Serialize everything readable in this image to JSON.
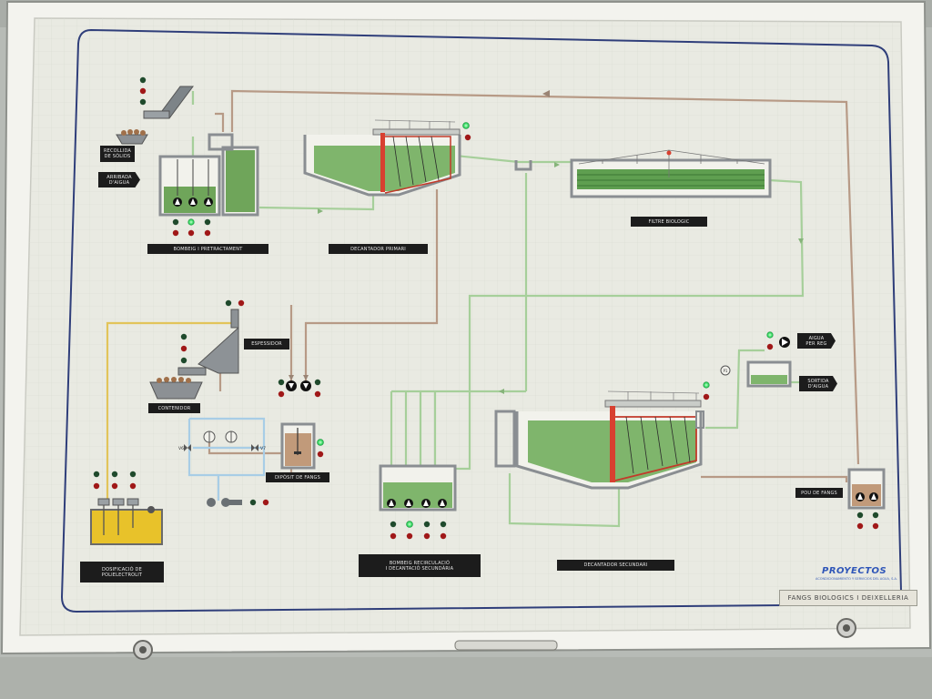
{
  "labels": {
    "recollida_solids": [
      "RECOLLIDA",
      "DE SÒLIDS"
    ],
    "arribada_aigua": [
      "ARRIBADA",
      "D'AIGUA"
    ],
    "bombeig_pretractament": "BOMBEIG I PRETRACTAMENT",
    "decantador_primari": "DECANTADOR PRIMARI",
    "filtre_biologic": "FILTRE BIOLOGIC",
    "espessidor": "ESPESSIDOR",
    "contenidor": "CONTENIDOR",
    "diposit_fangs": "DIPÒSIT DE FANGS",
    "dosificacio": [
      "DOSIFICACIÓ DE",
      "POLIELECTROLIT"
    ],
    "bombeig_recirculacio": [
      "BOMBEIG RECIRCULACIÓ",
      "I DECANTACIÓ SECUNDÀRIA"
    ],
    "decantador_secundari": "DECANTADOR SECUNDARI",
    "aigua_per_reg": [
      "AIGUA",
      "PER REG"
    ],
    "sortida_aigua": [
      "SORTIDA",
      "D'AIGUA"
    ],
    "pou_fangs": "POU DE FANGS"
  },
  "brand": "PROYECTOS",
  "brand_sub": "ACONDICIONAMIENTO Y SERVICIOS DEL AGUA, S.A.",
  "plate_title": "FANGS BIOLOGICS I DEIXELLERIA",
  "valve_labels": [
    "V6",
    "V7"
  ],
  "meter_label": "P1",
  "colors": {
    "panel": "#e9eae2",
    "border_blue": "#2f3e7a",
    "pipe_brown": "#b79a86",
    "pipe_green": "#a6cf9a",
    "pipe_yellow": "#e2c45a",
    "pipe_blue": "#a8cde6",
    "water_green": "#6fa55a",
    "sludge_brown": "#c19a7a",
    "dosing_yellow": "#e8c22a",
    "lamp_green": "#3fe06a",
    "lamp_red": "#a01818",
    "lamp_dark": "#1f4a2c"
  }
}
